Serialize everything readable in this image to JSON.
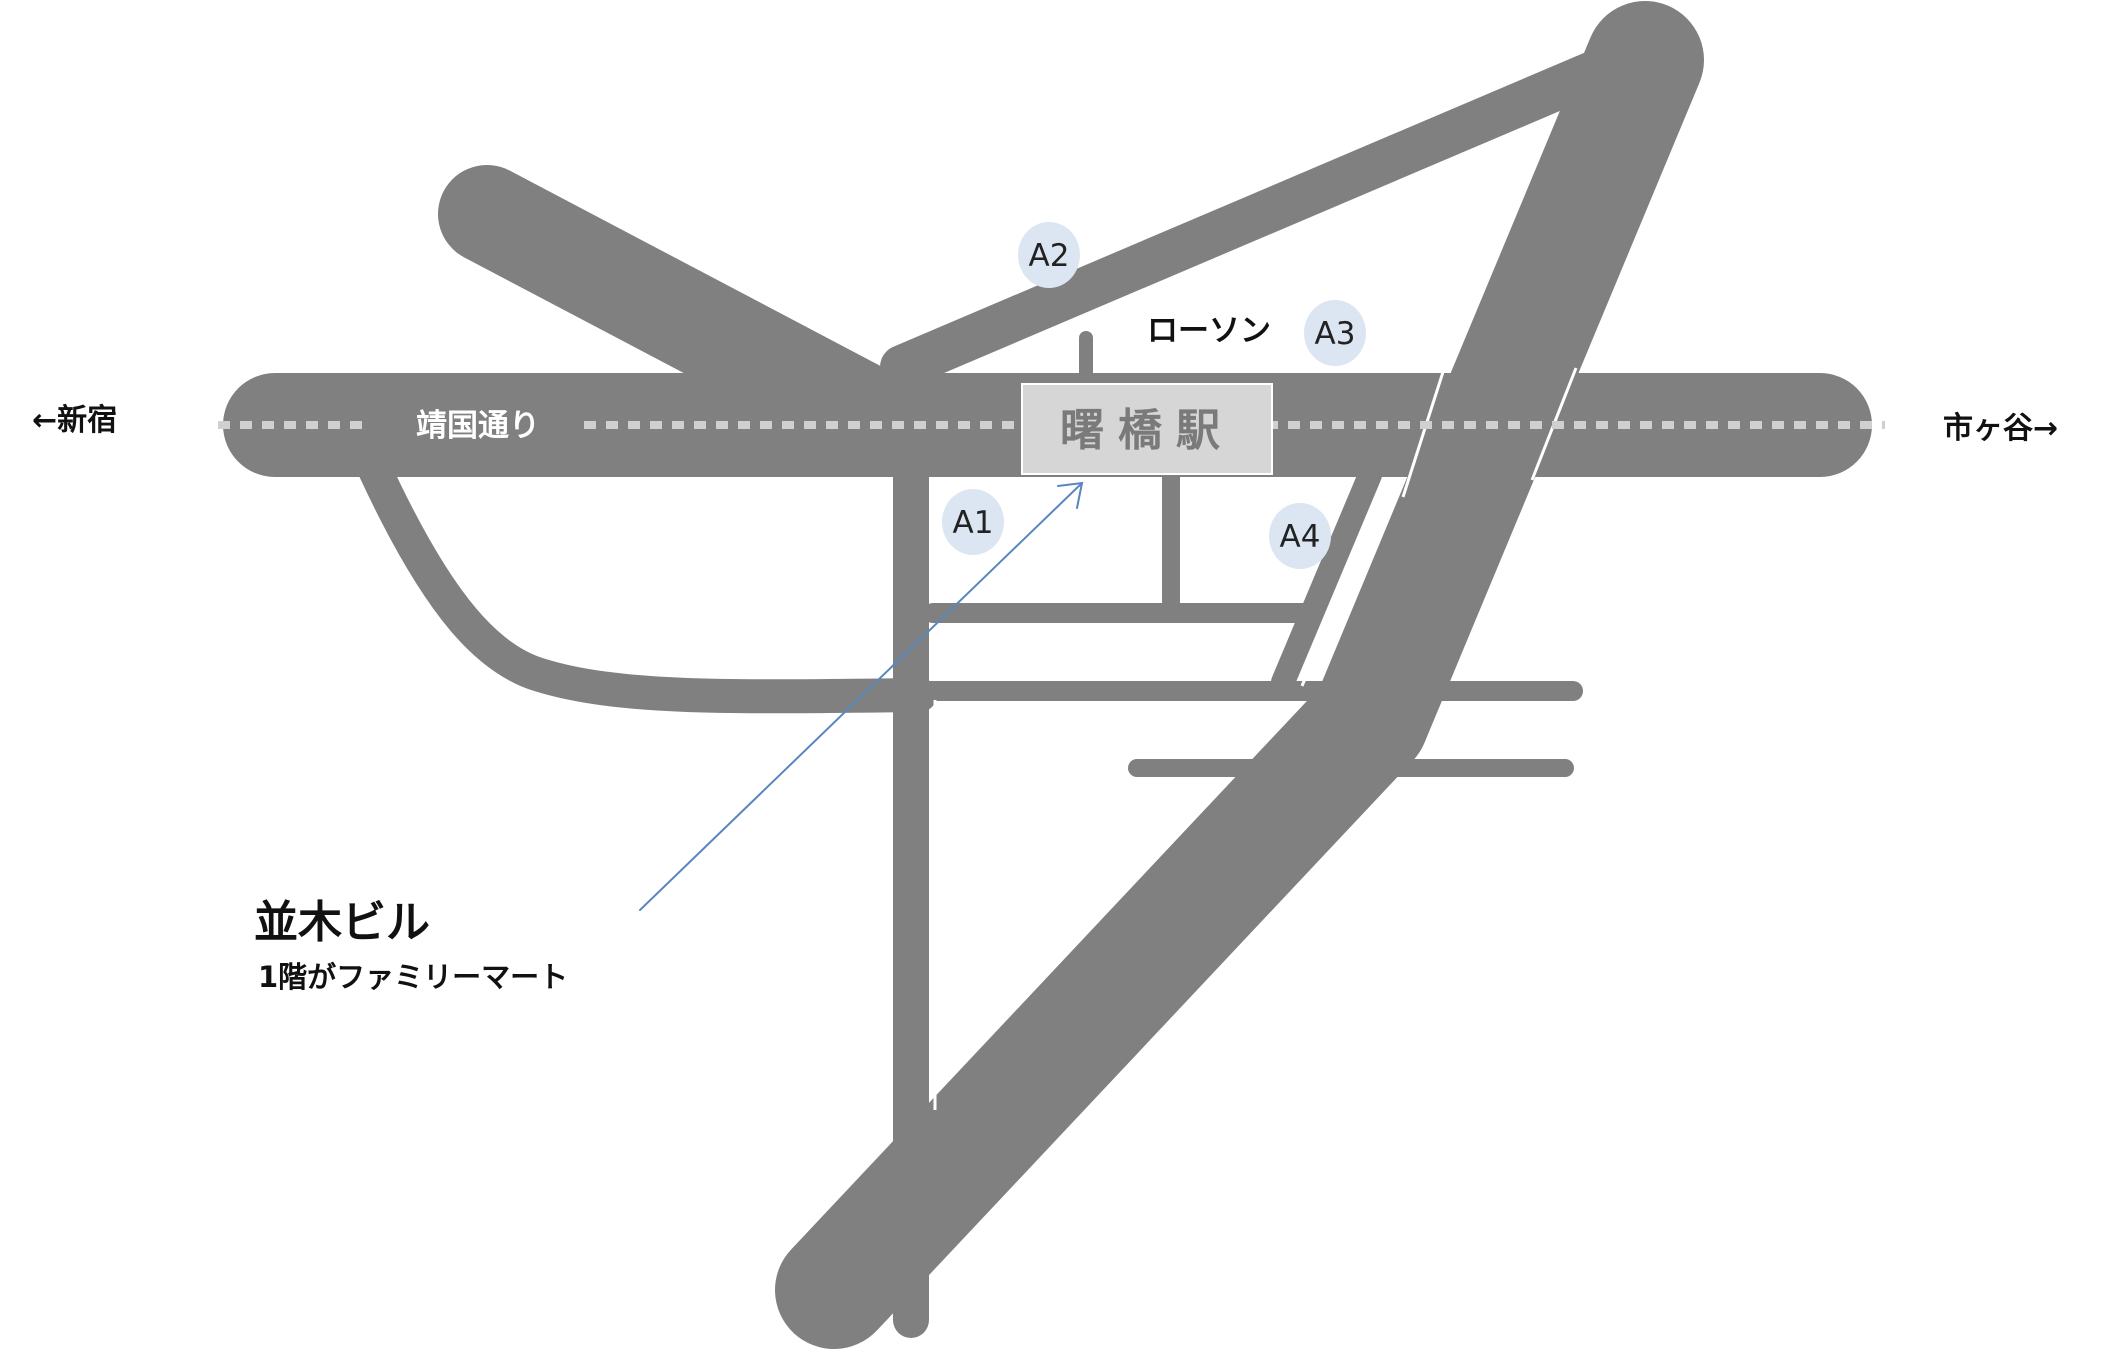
{
  "labels": {
    "left_direction": "←新宿",
    "right_direction": "市ヶ谷→",
    "street_name": "靖国通り",
    "station": "曙橋駅",
    "store": "ローソン",
    "building_name": "並木ビル",
    "building_note": "1階がファミリーマート"
  },
  "exits": [
    {
      "id": "A1",
      "label": "A1"
    },
    {
      "id": "A2",
      "label": "A2"
    },
    {
      "id": "A3",
      "label": "A3"
    },
    {
      "id": "A4",
      "label": "A4"
    }
  ],
  "colors": {
    "road": "#808080",
    "dotted_line": "#d0d0d0",
    "station_box": "#d6d6d6",
    "exit_circle": "#dce6f2",
    "arrow": "#5a86c0"
  }
}
